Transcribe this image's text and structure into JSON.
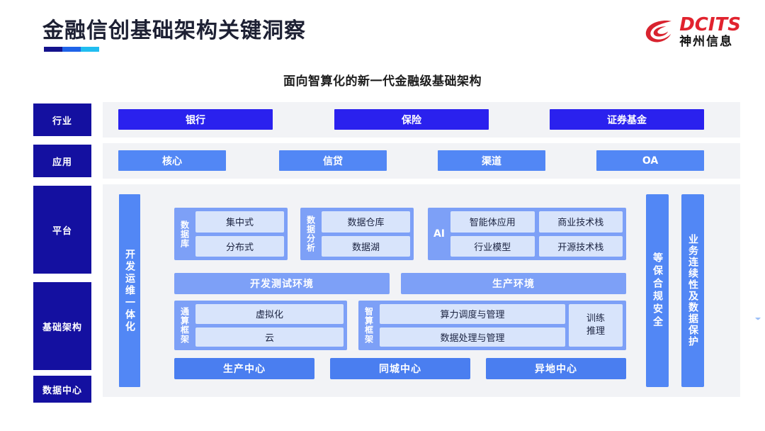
{
  "header": {
    "title": "金融信创基础架构关键洞察",
    "accent_segments": [
      "#14128c",
      "#1f63e8",
      "#21bdf0"
    ],
    "logo": {
      "mark": "dcits-swirl-icon",
      "en": "DCITS",
      "cn": "神州信息",
      "color": "#e1232e"
    }
  },
  "subtitle": "面向智算化的新一代金融级基础架构",
  "sidebar": {
    "items": [
      {
        "label": "行业"
      },
      {
        "label": "应用"
      },
      {
        "label": "平台"
      },
      {
        "label": "基础架构"
      },
      {
        "label": "数据中心"
      }
    ]
  },
  "industry_row": {
    "items": [
      {
        "label": "银行"
      },
      {
        "label": "保险"
      },
      {
        "label": "证券基金"
      }
    ]
  },
  "application_row": {
    "items": [
      {
        "label": "核心"
      },
      {
        "label": "信贷"
      },
      {
        "label": "渠道"
      },
      {
        "label": "OA"
      }
    ]
  },
  "platform": {
    "left_vertical": "开发运维一体化",
    "right_vertical_1": "等保合规安全",
    "right_vertical_2": "业务连续性及数据保护",
    "groups": [
      {
        "label": "数据库",
        "cells": [
          "集中式",
          "分布式"
        ]
      },
      {
        "label": "数据分析",
        "cells": [
          "数据仓库",
          "数据湖"
        ]
      }
    ],
    "ai_group": {
      "label": "AI",
      "col1": [
        "智能体应用",
        "行业模型"
      ],
      "col2": [
        "商业技术栈",
        "开源技术栈"
      ]
    },
    "env_bars": [
      {
        "label": "开发测试环境"
      },
      {
        "label": "生产环境"
      }
    ],
    "frameworks": [
      {
        "label": "通算框架",
        "cells": [
          "虚拟化",
          "云"
        ]
      },
      {
        "label": "智算框架",
        "cells": [
          "算力调度与管理",
          "数据处理与管理"
        ],
        "side_cell": [
          "训练",
          "推理"
        ]
      }
    ],
    "datacenters": [
      {
        "label": "生产中心"
      },
      {
        "label": "同城中心"
      },
      {
        "label": "异地中心"
      }
    ]
  },
  "colors": {
    "navy": "#1410a0",
    "indigo": "#2a21ee",
    "blue": "#5287f5",
    "blue_mid": "#7da0f7",
    "blue_dc": "#4a7ef0",
    "cell": "#d8e4fb",
    "panel": "#f2f3f6"
  }
}
